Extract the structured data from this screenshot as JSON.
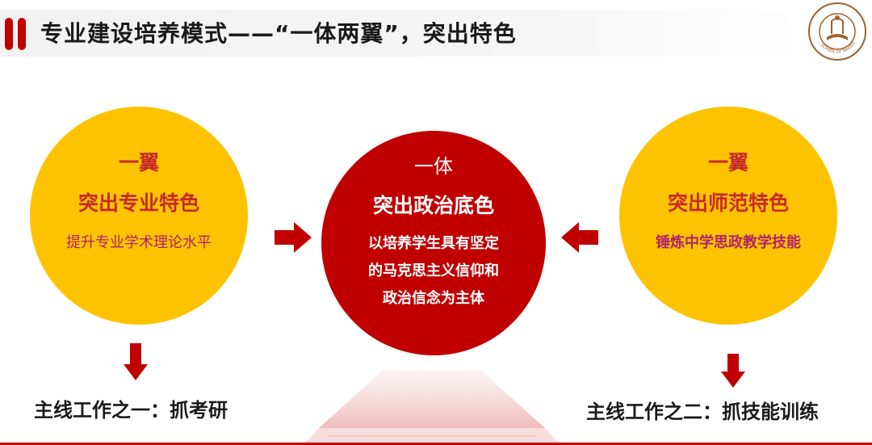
{
  "header": {
    "title": "专业建设培养模式——“一体两翼”，突出特色"
  },
  "logo": {
    "text": "SCHOOL OF MARXISM"
  },
  "left_wing": {
    "label": "一翼",
    "heading": "突出专业特色",
    "description": "提升专业学术理论水平"
  },
  "center_body": {
    "label": "一体",
    "heading": "突出政治底色",
    "description_lines": [
      "以培养学生具有坚定",
      "的马克思主义信仰和",
      "政治信念为主体"
    ]
  },
  "right_wing": {
    "label": "一翼",
    "heading": "突出师范特色",
    "description": "锤炼中学思政教学技能"
  },
  "tasks": {
    "left": "主线工作之一：抓考研",
    "right": "主线工作之二：抓技能训练"
  },
  "colors": {
    "accent_red": "#c00000",
    "wing_yellow": "#fdc300",
    "wing_text": "#c62a2a",
    "wing_desc": "#b2236a",
    "logo_brown": "#a0622d"
  }
}
